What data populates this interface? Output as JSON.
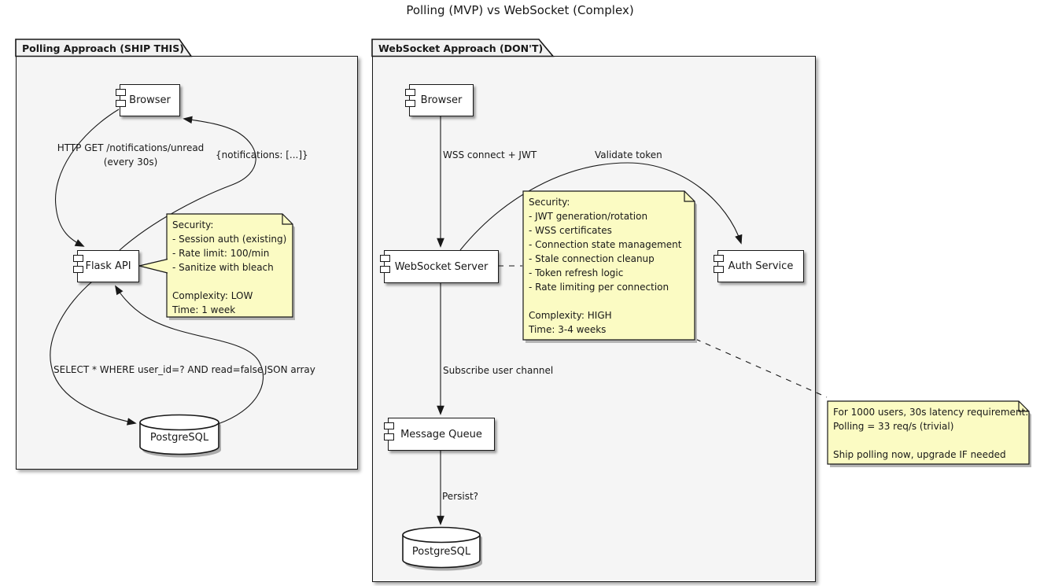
{
  "title": "Polling (MVP) vs WebSocket (Complex)",
  "colors": {
    "note_fill": "#FBFBC3",
    "package_fill": "#F5F5F5",
    "stroke": "#181818",
    "component_fill": "#FFFFFF"
  },
  "polling_package": {
    "title": "Polling Approach (SHIP THIS)",
    "browser": "Browser",
    "flask_api": "Flask API",
    "database": "PostgreSQL",
    "edge_http_get_line1": "HTTP GET /notifications/unread",
    "edge_http_get_line2": "(every 30s)",
    "edge_response": "{notifications: [...]}",
    "edge_select": "SELECT * WHERE user_id=? AND read=false",
    "edge_json": "JSON array",
    "note": {
      "lines": [
        "Security:",
        "- Session auth (existing)",
        "- Rate limit: 100/min",
        "- Sanitize with bleach",
        "",
        "Complexity: LOW",
        "Time: 1 week"
      ]
    }
  },
  "websocket_package": {
    "title": "WebSocket Approach (DON'T)",
    "browser": "Browser",
    "server": "WebSocket Server",
    "auth": "Auth Service",
    "queue": "Message Queue",
    "database": "PostgreSQL",
    "edge_wss": "WSS connect + JWT",
    "edge_validate": "Validate token",
    "edge_subscribe": "Subscribe user channel",
    "edge_persist": "Persist?",
    "note": {
      "lines": [
        "Security:",
        "- JWT generation/rotation",
        "- WSS certificates",
        "- Connection state management",
        "- Stale connection cleanup",
        "- Token refresh logic",
        "- Rate limiting per connection",
        "",
        "Complexity: HIGH",
        "Time: 3-4 weeks"
      ]
    }
  },
  "verdict_note": {
    "lines": [
      "For 1000 users, 30s latency requirement:",
      "Polling = 33 req/s (trivial)",
      "",
      "Ship polling now, upgrade IF needed"
    ]
  }
}
